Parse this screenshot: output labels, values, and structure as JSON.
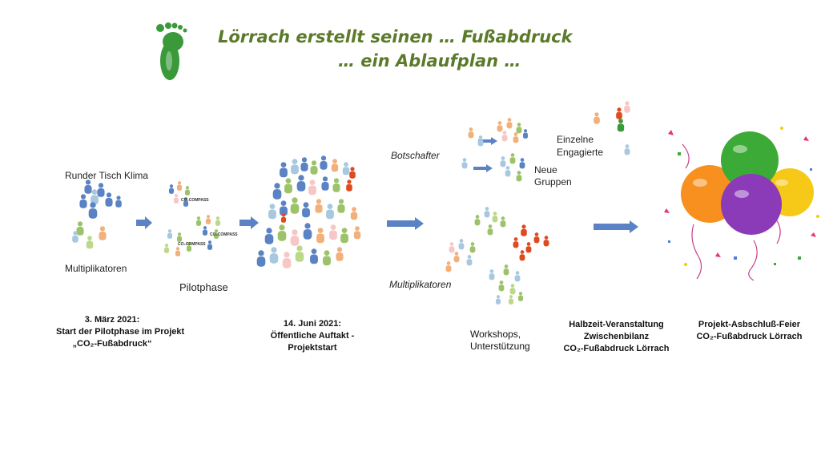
{
  "header": {
    "title_line1": "Lörrach erstellt seinen … Fußabdruck",
    "title_line2": "… ein Ablaufplan …"
  },
  "icons": {
    "footprint": "footprint-icon",
    "arrow": "arrow-right-icon",
    "person": "person-icon",
    "balloons": "balloons-icon"
  },
  "colors": {
    "title": "#5b7a2a",
    "footprint": "#3a9a3a",
    "arrow": "#5a82c4"
  },
  "labels": {
    "runder_tisch": "Runder Tisch Klima",
    "multiplikatoren_left": "Multiplikatoren",
    "pilotphase": "Pilotphase",
    "botschafter": "Botschafter",
    "neue_gruppen_1": "Neue",
    "neue_gruppen_2": "Gruppen",
    "einzelne_1": "Einzelne",
    "einzelne_2": "Engagierte",
    "multiplikatoren_right": "Multiplikatoren",
    "compass": "CO₂COMPASS"
  },
  "captions": {
    "start": [
      "3. März 2021:",
      "Start der Pilotphase im Projekt",
      "„CO₂-Fußabdruck“"
    ],
    "auftakt": [
      "14. Juni 2021:",
      "Öffentliche Auftakt -",
      "Projektstart"
    ],
    "workshops": [
      "Workshops,",
      "Unterstützung"
    ],
    "halbzeit": [
      "Halbzeit-Veranstaltung",
      "Zwischenbilanz",
      "CO₂-Fußabdruck Lörrach"
    ],
    "abschluss": [
      "Projekt-Asbschluß-Feier",
      "CO₂-Fußabdruck Lörrach"
    ]
  }
}
